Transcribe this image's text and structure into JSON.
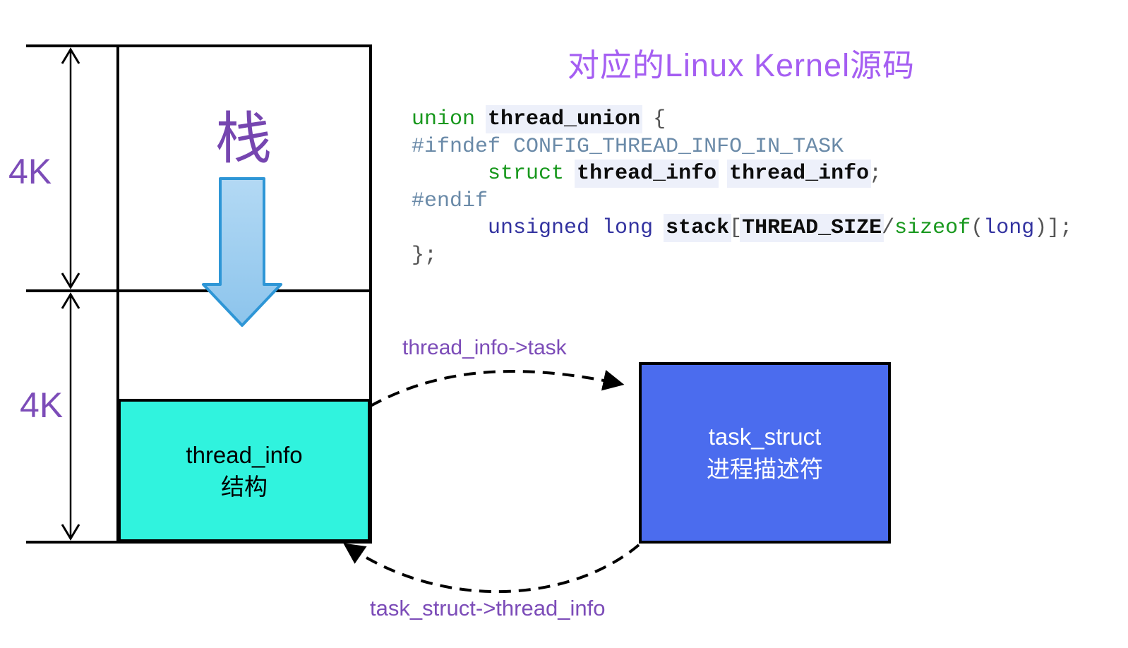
{
  "title": "对应的Linux Kernel源码",
  "diagram": {
    "stack_label": "栈",
    "size_label_top": "4K",
    "size_label_bottom": "4K",
    "thread_info_box": {
      "line1": "thread_info",
      "line2": "结构",
      "fill": "#30f3de"
    },
    "task_struct_box": {
      "line1": "task_struct",
      "line2": "进程描述符",
      "fill": "#4b6cee"
    },
    "pointer_label_top": "thread_info->task",
    "pointer_label_bottom": "task_struct->thread_info",
    "colors": {
      "title_purple": "#a55ef2",
      "label_purple": "#7c4cb8",
      "stack_char_purple": "#7646b0",
      "thread_info_fill": "#30f3de",
      "task_struct_fill": "#4b6cee",
      "stack_arrow_fill_light": "#b3d9f4",
      "stack_arrow_fill_dark": "#8cc4ec",
      "stack_arrow_stroke": "#2e96d6",
      "outline_black": "#000000",
      "code_keyword_green": "#18981d",
      "code_preproc_slate": "#6a8aa8",
      "code_type_navy": "#3333a0",
      "code_highlight_bg": "#edf0fa"
    }
  },
  "code": {
    "lines": [
      [
        {
          "t": "union ",
          "s": "kw"
        },
        {
          "t": "thread_union",
          "s": "hl"
        },
        {
          "t": " {",
          "s": "pun"
        }
      ],
      [
        {
          "t": "#ifndef CONFIG_THREAD_INFO_IN_TASK",
          "s": "pre"
        }
      ],
      [
        {
          "t": "      ",
          "s": "pun"
        },
        {
          "t": "struct ",
          "s": "kw"
        },
        {
          "t": "thread_info",
          "s": "hl"
        },
        {
          "t": " ",
          "s": "pun"
        },
        {
          "t": "thread_info",
          "s": "hl"
        },
        {
          "t": ";",
          "s": "pun"
        }
      ],
      [
        {
          "t": "#endif",
          "s": "pre"
        }
      ],
      [
        {
          "t": "      ",
          "s": "pun"
        },
        {
          "t": "unsigned long ",
          "s": "type"
        },
        {
          "t": "stack",
          "s": "hl"
        },
        {
          "t": "[",
          "s": "pun"
        },
        {
          "t": "THREAD_SIZE",
          "s": "hl"
        },
        {
          "t": "/",
          "s": "pun"
        },
        {
          "t": "sizeof",
          "s": "kw"
        },
        {
          "t": "(",
          "s": "pun"
        },
        {
          "t": "long",
          "s": "type"
        },
        {
          "t": ")];",
          "s": "pun"
        }
      ],
      [
        {
          "t": "};",
          "s": "pun"
        }
      ]
    ]
  }
}
